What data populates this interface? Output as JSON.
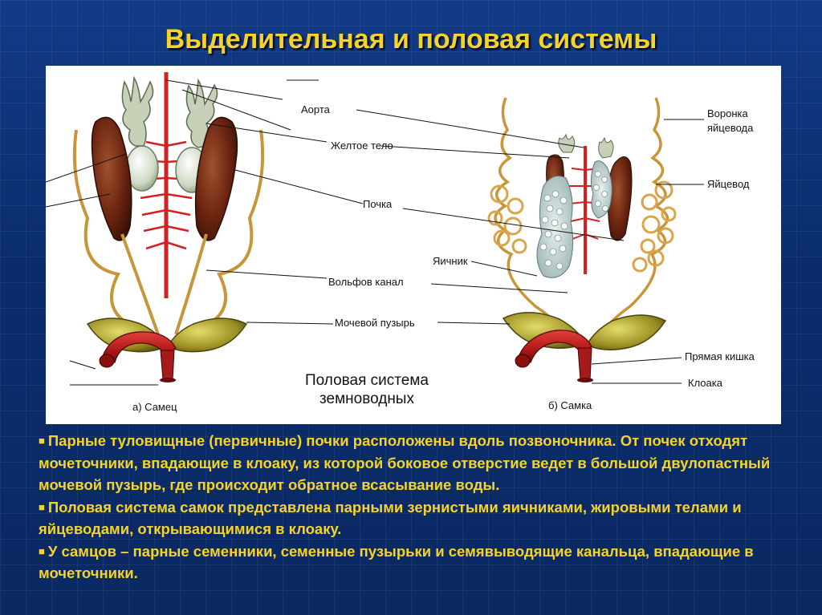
{
  "title": "Выделительная и половая системы",
  "figure": {
    "caption_line1": "Половая система",
    "caption_line2": "земноводных",
    "labels": {
      "aorta": "Аорта",
      "fat_body": "Желтое тело",
      "kidney": "Почка",
      "ovary": "Яичник",
      "wolffian_duct": "Вольфов канал",
      "bladder": "Мочевой пузырь",
      "oviduct_funnel_1": "Воронка",
      "oviduct_funnel_2": "яйцевода",
      "oviduct": "Яйцевод",
      "rectum": "Прямая кишка",
      "cloaca": "Клоака",
      "male": "а) Самец",
      "female": "б) Самка"
    }
  },
  "paragraphs": [
    "Парные туловищные (первичные) почки расположены вдоль позвоночника. От почек отходят мочеточники, впадающие в клоаку, из которой боковое отверстие ведет в большой двулопастный мочевой пузырь, где происходит обратное всасывание воды.",
    "Половая система самок представлена парными зернистыми яичниками, жировыми телами и яйцеводами, открывающимися в клоаку.",
    "У самцов – парные семенники, семенные пузырьки и семявыводящие канальца, впадающие в мочеточники."
  ],
  "bullet_char": "■",
  "colors": {
    "title": "#f5d328",
    "text": "#f5d328",
    "background": "#0b2b6e"
  }
}
